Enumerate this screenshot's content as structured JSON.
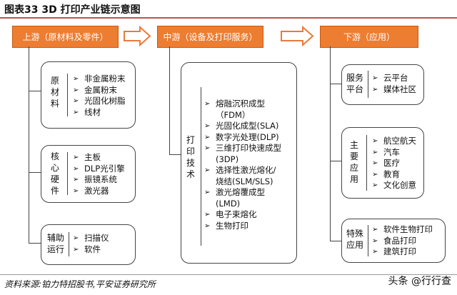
{
  "figure": {
    "title": "图表33    3D 打印产业链示意图",
    "source": "资料来源:铂力特招股书,平安证券研究所",
    "watermark": "头条 @行行查"
  },
  "stages": {
    "upstream": "上游（原材料及零件）",
    "midstream": "中游（设备及打印服务）",
    "downstream": "下游（应用）"
  },
  "upstream_groups": [
    {
      "label": "原\n材\n料",
      "items": [
        "非金属粉末",
        "金属粉末",
        "光固化树脂",
        "线材"
      ]
    },
    {
      "label": "核\n心\n硬\n件",
      "items": [
        "主板",
        "DLP光引擎",
        "振镜系统",
        "激光器"
      ]
    },
    {
      "label": "辅助\n运行",
      "items": [
        "扫描仪",
        "软件"
      ]
    }
  ],
  "midstream_group": {
    "label": "打\n印\n技\n术",
    "items": [
      "熔融沉积成型\n（FDM）",
      "光固化成型(SLA)",
      "数字光处理(DLP)",
      "三维打印快速成型\n(3DP)",
      "选择性激光熔化/\n烧结(SLM/SLS)",
      "激光熔覆成型\n(LMD)",
      "电子束熔化",
      "生物打印"
    ]
  },
  "downstream_groups": [
    {
      "label": "服务\n平台",
      "items": [
        "云平台",
        "媒体社区"
      ]
    },
    {
      "label": "主\n要\n应\n用",
      "items": [
        "航空航天",
        "汽车",
        "医疗",
        "教育",
        "文化创意"
      ]
    },
    {
      "label": "特殊\n应用",
      "items": [
        "软件生物打印",
        "食品打印",
        "建筑打印"
      ]
    }
  ],
  "icons": {
    "bullet": "arrow-bullet-icon",
    "stage_arrow": "right-arrow-icon"
  },
  "colors": {
    "stage_fill": "#ed7d31",
    "arrow_outline": "#e97b3a",
    "title_rule": "#c0504d"
  }
}
